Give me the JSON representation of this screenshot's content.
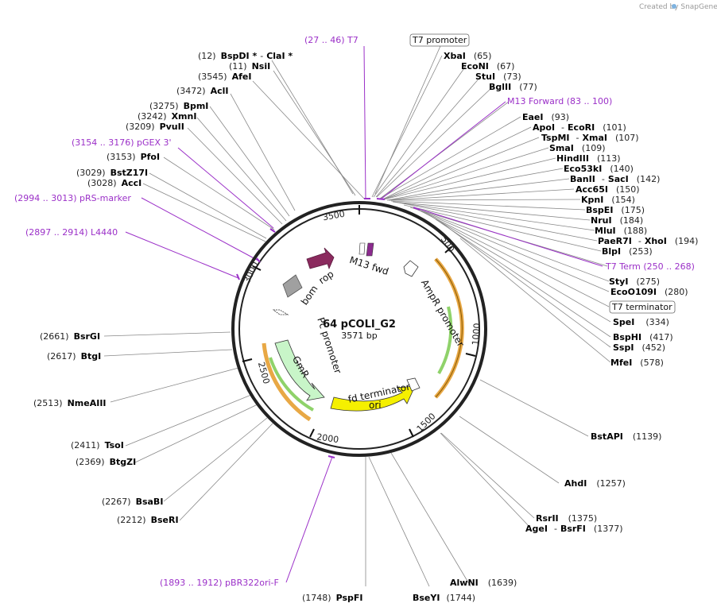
{
  "credit": "Created by SnapGene",
  "plasmid": {
    "name": "64 pCOLI_G2",
    "length": "3571 bp"
  },
  "ticks": [
    "500",
    "1000",
    "1500",
    "2000",
    "2500",
    "3000",
    "3500"
  ],
  "features": {
    "rop": "rop",
    "bom": "bom",
    "m13fwd": "M13 fwd",
    "ampr_promoter": "AmpR promoter",
    "pc_promoter": "Pc promoter",
    "gmr": "GmR",
    "fd_terminator": "fd terminator",
    "ori": "ori"
  },
  "boxed": {
    "t7_promoter": "T7 promoter",
    "t7_terminator": "T7 terminator"
  },
  "colors": {
    "rop": "#8b2a5e",
    "bom": "#a0a0a0",
    "gmr": "#c8f5c8",
    "ori": "#f5f000",
    "primer": "#9b30c8",
    "outline": "#222222"
  },
  "sites": {
    "bspdi": {
      "pos": "(12)",
      "name": "BspDI *",
      "extra": "ClaI *"
    },
    "nsii": {
      "pos": "(11)",
      "name": "NsiI"
    },
    "afei": {
      "pos": "(3545)",
      "name": "AfeI"
    },
    "acli": {
      "pos": "(3472)",
      "name": "AclI"
    },
    "bpmi": {
      "pos": "(3275)",
      "name": "BpmI"
    },
    "xmni": {
      "pos": "(3242)",
      "name": "XmnI"
    },
    "pvuii": {
      "pos": "(3209)",
      "name": "PvuII"
    },
    "pfoi": {
      "pos": "(3153)",
      "name": "PfoI"
    },
    "bstz17i": {
      "pos": "(3029)",
      "name": "BstZ17I"
    },
    "acci": {
      "pos": "(3028)",
      "name": "AccI"
    },
    "bsrgi": {
      "pos": "(2661)",
      "name": "BsrGI"
    },
    "btgi": {
      "pos": "(2617)",
      "name": "BtgI"
    },
    "nmeaiii": {
      "pos": "(2513)",
      "name": "NmeAIII"
    },
    "tsoi": {
      "pos": "(2411)",
      "name": "TsoI"
    },
    "btgzi": {
      "pos": "(2369)",
      "name": "BtgZI"
    },
    "bsabi": {
      "pos": "(2267)",
      "name": "BsaBI"
    },
    "bseri": {
      "pos": "(2212)",
      "name": "BseRI"
    },
    "pspfi": {
      "pos": "(1748)",
      "name": "PspFI"
    },
    "bseyi": {
      "pos": "(1744)",
      "name": "BseYI"
    },
    "alwni": {
      "pos": "(1639)",
      "name": "AlwNI"
    },
    "xbai": {
      "pos": "(65)",
      "name": "XbaI"
    },
    "econi": {
      "pos": "(67)",
      "name": "EcoNI"
    },
    "stui": {
      "pos": "(73)",
      "name": "StuI"
    },
    "bglii": {
      "pos": "(77)",
      "name": "BglII"
    },
    "eaei": {
      "pos": "(93)",
      "name": "EaeI"
    },
    "apoi": {
      "pos": "(101)",
      "name": "ApoI",
      "extra": "EcoRI"
    },
    "tspmi": {
      "pos": "(107)",
      "name": "TspMI",
      "extra": "XmaI"
    },
    "smai": {
      "pos": "(109)",
      "name": "SmaI"
    },
    "hindiii": {
      "pos": "(113)",
      "name": "HindIII"
    },
    "eco53ki": {
      "pos": "(140)",
      "name": "Eco53kI"
    },
    "banii": {
      "pos": "(142)",
      "name": "BanII",
      "extra": "SacI"
    },
    "acc65i": {
      "pos": "(150)",
      "name": "Acc65I"
    },
    "kpni": {
      "pos": "(154)",
      "name": "KpnI"
    },
    "bspei": {
      "pos": "(175)",
      "name": "BspEI"
    },
    "nrui": {
      "pos": "(184)",
      "name": "NruI"
    },
    "mlui": {
      "pos": "(188)",
      "name": "MluI"
    },
    "paer7i": {
      "pos": "(194)",
      "name": "PaeR7I",
      "extra": "XhoI"
    },
    "blpi": {
      "pos": "(253)",
      "name": "BlpI"
    },
    "styi": {
      "pos": "(275)",
      "name": "StyI"
    },
    "eco0109i": {
      "pos": "(280)",
      "name": "EcoO109I"
    },
    "spei": {
      "pos": "(334)",
      "name": "SpeI"
    },
    "bsphi": {
      "pos": "(417)",
      "name": "BspHI"
    },
    "sspi": {
      "pos": "(452)",
      "name": "SspI"
    },
    "mfei": {
      "pos": "(578)",
      "name": "MfeI"
    },
    "bstapi": {
      "pos": "(1139)",
      "name": "BstAPI"
    },
    "ahdi": {
      "pos": "(1257)",
      "name": "AhdI"
    },
    "rsrii": {
      "pos": "(1375)",
      "name": "RsrII"
    },
    "agei": {
      "pos": "(1377)",
      "name": "AgeI",
      "extra": "BsrFI"
    }
  },
  "primers": {
    "t7": "(27 .. 46)  T7",
    "m13forward": "M13 Forward    (83 .. 100)",
    "pgex3": "(3154 .. 3176)  pGEX 3'",
    "prs": "(2994 .. 3013)  pRS-marker",
    "l4440": "(2897 .. 2914)  L4440",
    "t7term": "T7 Term     (250 .. 268)",
    "pbr322": "(1893 .. 1912)  pBR322ori-F"
  }
}
